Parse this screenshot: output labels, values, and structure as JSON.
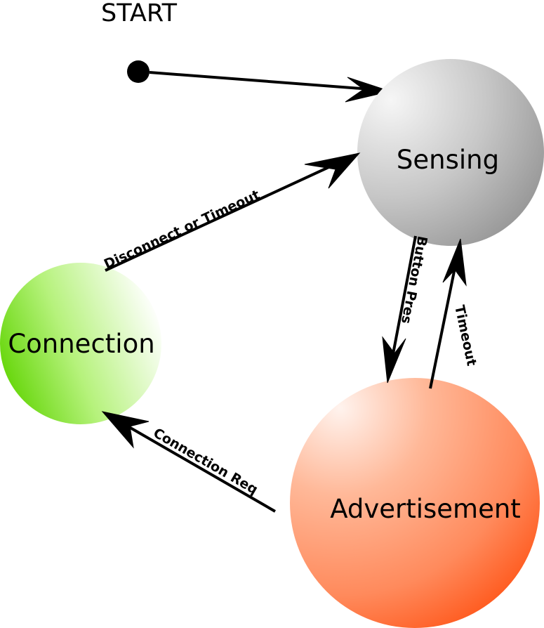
{
  "start": {
    "label": "START"
  },
  "states": {
    "sensing": {
      "label": "Sensing",
      "color": "#9a9a9a"
    },
    "connection": {
      "label": "Connection",
      "color": "#66e200"
    },
    "advertisement": {
      "label": "Advertisement",
      "color": "#ff5a1e"
    }
  },
  "transitions": {
    "disconnect_or_timeout": "Disconnect or Timeout",
    "button_press": "Button Pres",
    "timeout": "Timeout",
    "connection_req": "Connection  Req"
  }
}
